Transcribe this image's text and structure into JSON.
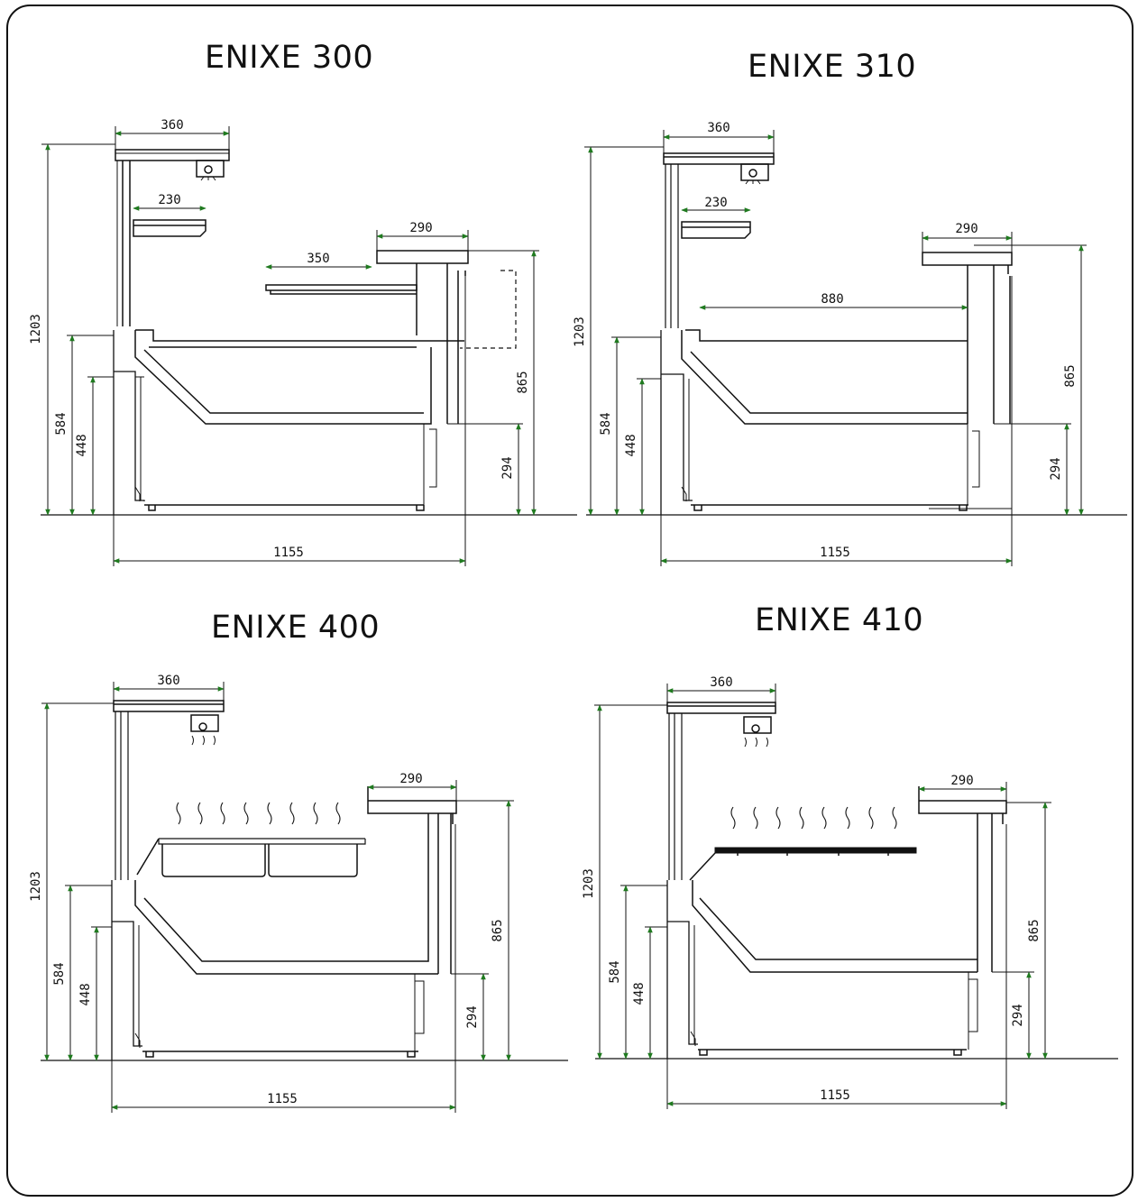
{
  "panels": [
    {
      "title": "ENIXE 300",
      "dims": {
        "top_width": "360",
        "shelf_upper": "230",
        "shelf_mid": "350",
        "rear_top": "290",
        "total_height": "1203",
        "deck_height": "584",
        "base_height": "448",
        "counter_height": "865",
        "rear_base": "294",
        "depth": "1155"
      }
    },
    {
      "title": "ENIXE 310",
      "dims": {
        "top_width": "360",
        "shelf_upper": "230",
        "shelf_mid": "880",
        "rear_top": "290",
        "total_height": "1203",
        "deck_height": "584",
        "base_height": "448",
        "counter_height": "865",
        "rear_base": "294",
        "depth": "1155"
      }
    },
    {
      "title": "ENIXE 400",
      "dims": {
        "top_width": "360",
        "rear_top": "290",
        "total_height": "1203",
        "deck_height": "584",
        "base_height": "448",
        "counter_height": "865",
        "rear_base": "294",
        "depth": "1155"
      }
    },
    {
      "title": "ENIXE 410",
      "dims": {
        "top_width": "360",
        "rear_top": "290",
        "total_height": "1203",
        "deck_height": "584",
        "base_height": "448",
        "counter_height": "865",
        "rear_base": "294",
        "depth": "1155"
      }
    }
  ],
  "colors": {
    "line": "#111111",
    "arrow": "#1f7a1f",
    "background": "#ffffff"
  }
}
